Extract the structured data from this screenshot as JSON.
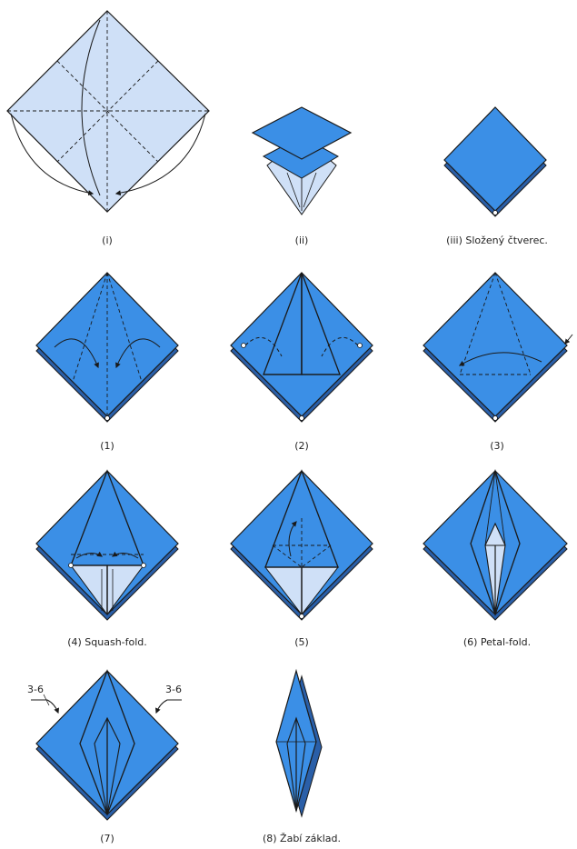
{
  "captions": {
    "s_i": "(i)",
    "s_ii": "(ii)",
    "s_iii": "(iii) Složený čtverec.",
    "s_1": "(1)",
    "s_2": "(2)",
    "s_3": "(3)",
    "s_4": "(4)  Squash-fold.",
    "s_5": "(5)",
    "s_6": "(6) Petal-fold.",
    "s_7": "(7)",
    "s_8": "(8) Žabí základ."
  },
  "step7_notes": {
    "left": "3-6",
    "right": "3-6"
  },
  "colors": {
    "paper_blue": "#3b8fe6",
    "paper_light": "#cfe0f7",
    "paper_back": "#2a5fa8",
    "line": "#1a1a1a"
  }
}
